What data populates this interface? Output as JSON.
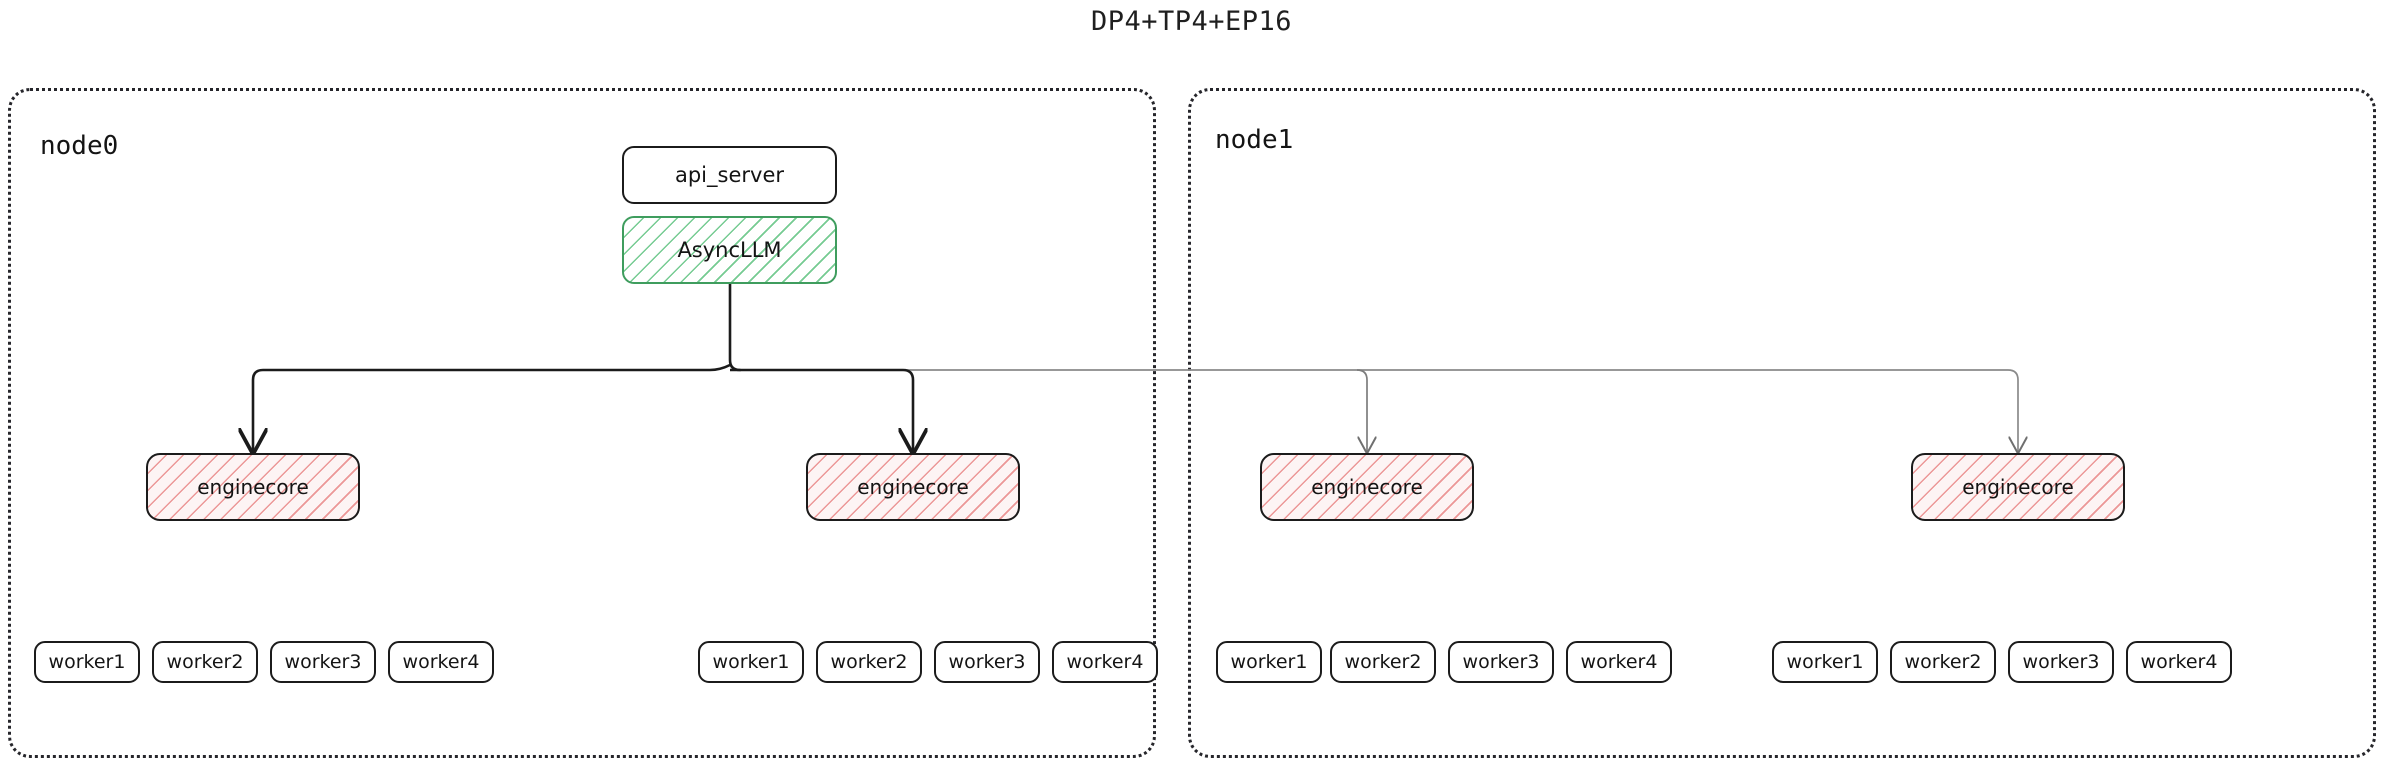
{
  "title": "DP4+TP4+EP16",
  "colors": {
    "background": "#ffffff",
    "text": "#141414",
    "node_border": "#26262b",
    "box_border": "#1b1b1b",
    "asyncllm_border": "#3f9d5e",
    "asyncllm_hatch": "#6ec88c",
    "enginecore_hatch": "#e67878",
    "edge_dark": "#1b1b1b",
    "edge_light": "#8a8a8a"
  },
  "nodes": [
    {
      "id": "node0",
      "label": "node0",
      "boxes": {
        "api_server": "api_server",
        "async_llm": "AsyncLLM"
      },
      "enginecores": [
        {
          "label": "enginecore"
        },
        {
          "label": "enginecore"
        }
      ],
      "worker_groups": [
        {
          "workers": [
            "worker1",
            "worker2",
            "worker3",
            "worker4"
          ]
        },
        {
          "workers": [
            "worker1",
            "worker2",
            "worker3",
            "worker4"
          ]
        }
      ]
    },
    {
      "id": "node1",
      "label": "node1",
      "enginecores": [
        {
          "label": "enginecore"
        },
        {
          "label": "enginecore"
        }
      ],
      "worker_groups": [
        {
          "workers": [
            "worker1",
            "worker2",
            "worker3",
            "worker4"
          ]
        },
        {
          "workers": [
            "worker1",
            "worker2",
            "worker3",
            "worker4"
          ]
        }
      ]
    }
  ]
}
